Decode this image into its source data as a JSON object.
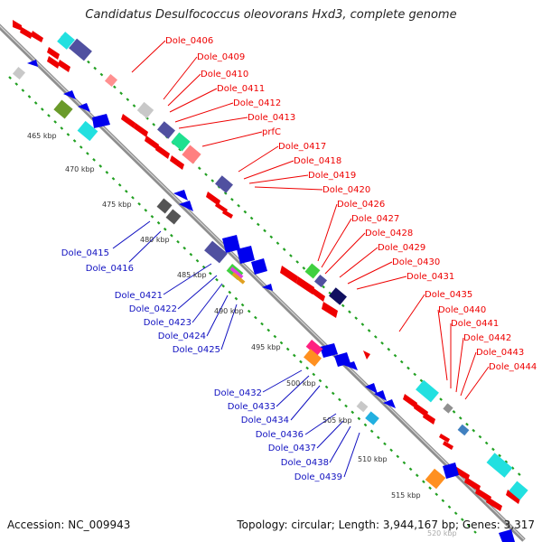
{
  "title": "Candidatus Desulfococcus oleovorans Hxd3, complete genome",
  "footer": {
    "accession_label": "Accession:",
    "accession_value": "NC_009943",
    "topology_text": "Topology: circular; Length: 3,944,167 bp; Genes: 3,317"
  },
  "colors": {
    "backbone": "#9a9a9a",
    "forward_label": "#e00000",
    "reverse_label": "#1010c0",
    "dotted_track": "#22a022"
  },
  "kbp_ticks": [
    "465 kbp",
    "470 kbp",
    "475 kbp",
    "480 kbp",
    "485 kbp",
    "490 kbp",
    "495 kbp",
    "500 kbp",
    "505 kbp",
    "510 kbp",
    "515 kbp",
    "520 kbp"
  ],
  "forward_labels": [
    "Dole_0406",
    "Dole_0409",
    "Dole_0410",
    "Dole_0411",
    "Dole_0412",
    "Dole_0413",
    "prfC",
    "Dole_0417",
    "Dole_0418",
    "Dole_0419",
    "Dole_0420",
    "Dole_0426",
    "Dole_0427",
    "Dole_0428",
    "Dole_0429",
    "Dole_0430",
    "Dole_0431",
    "Dole_0435",
    "Dole_0440",
    "Dole_0441",
    "Dole_0442",
    "Dole_0443",
    "Dole_0444"
  ],
  "reverse_labels": [
    "Dole_0415",
    "Dole_0416",
    "Dole_0421",
    "Dole_0422",
    "Dole_0423",
    "Dole_0424",
    "Dole_0425",
    "Dole_0432",
    "Dole_0433",
    "Dole_0434",
    "Dole_0436",
    "Dole_0437",
    "Dole_0438",
    "Dole_0439"
  ]
}
